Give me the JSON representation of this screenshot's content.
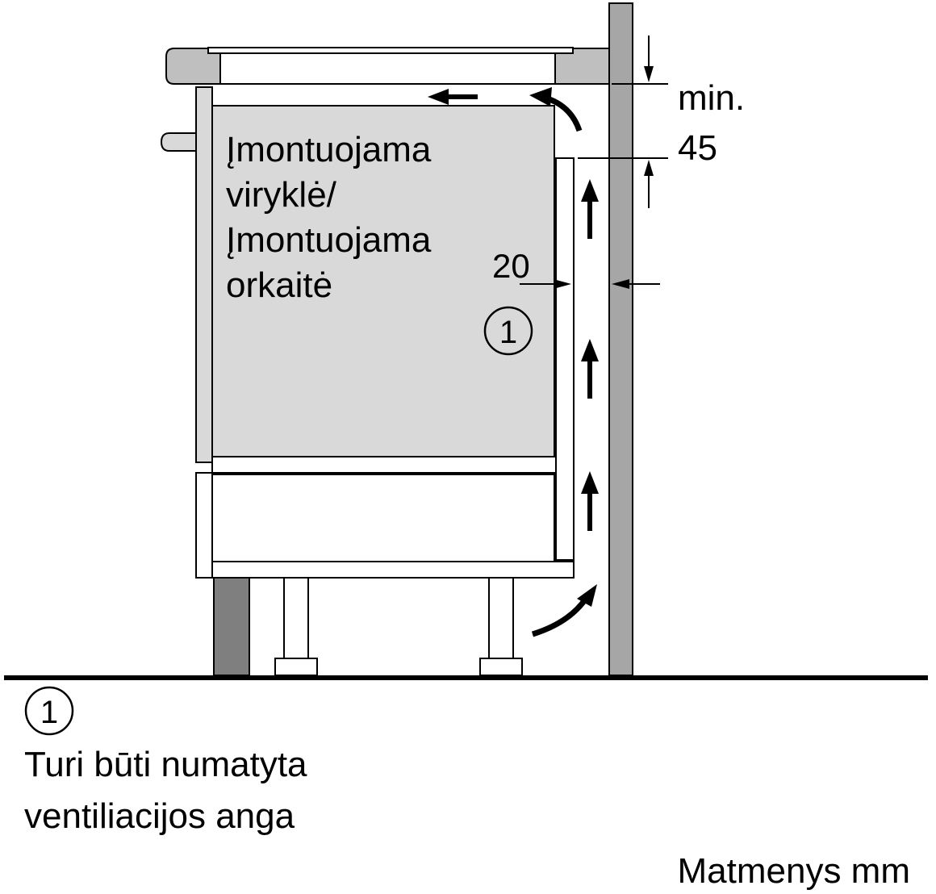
{
  "appliance_label": {
    "line1": "Įmontuojama",
    "line2": "viryklė/",
    "line3": "Įmontuojama",
    "line4": "orkaitė"
  },
  "callout_marker": "1",
  "dimensions": {
    "gap_value": "20",
    "min_label": "min.",
    "min_value": "45"
  },
  "legend": {
    "marker": "1",
    "line1": "Turi būti numatyta",
    "line2": "ventiliacijos anga"
  },
  "units_note": "Matmenys mm",
  "colors": {
    "panel_fill": "#d9d9d9",
    "wall_fill": "#a6a6a6",
    "plinth_fill": "#7f7f7f",
    "outline": "#000000"
  }
}
